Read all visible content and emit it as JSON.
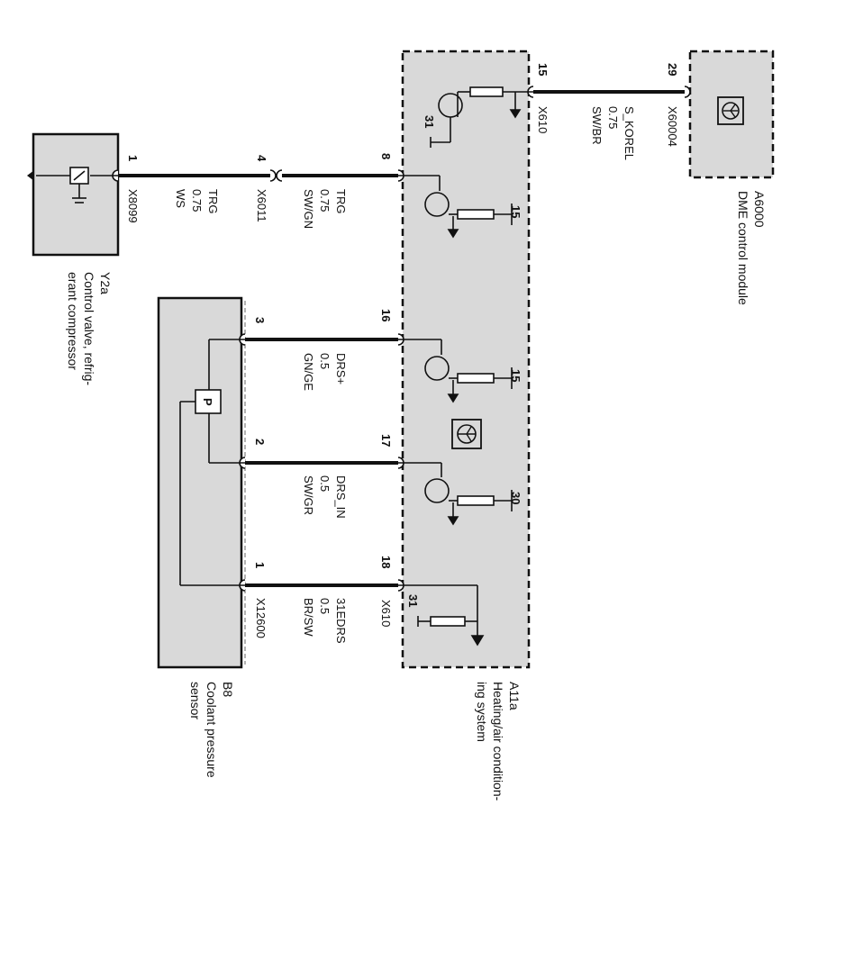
{
  "components": {
    "dme": {
      "id": "A6000",
      "name": "DME control module"
    },
    "hvac": {
      "id": "A11a",
      "name_line1": "Heating/air condition-",
      "name_line2": "ing system"
    },
    "valve": {
      "id": "Y2a",
      "name_line1": "Control valve, refrig-",
      "name_line2": "erant compressor"
    },
    "sensor": {
      "id": "B8",
      "name_line1": "Coolant pressure",
      "name_line2": "sensor"
    }
  },
  "connectors": {
    "x60004": "X60004",
    "x610_top": "X610",
    "x610_bottom": "X610",
    "x8099": "X8099",
    "x6011": "X6011",
    "x12600": "X12600"
  },
  "pins": {
    "dme_29": "29",
    "hvac_15": "15",
    "hvac_8": "8",
    "hvac_16": "16",
    "hvac_17": "17",
    "hvac_18": "18",
    "x6011_4": "4",
    "valve_1": "1",
    "sensor_3": "3",
    "sensor_2": "2",
    "sensor_1": "1"
  },
  "wires": {
    "korel": {
      "signal": "S_KOREL",
      "size": "0.75",
      "color": "SW/BR"
    },
    "trg_a": {
      "signal": "TRG",
      "size": "0.75",
      "color": "SW/GN"
    },
    "trg_b": {
      "signal": "TRG",
      "size": "0.75",
      "color": "WS"
    },
    "drs_plus": {
      "signal": "DRS+",
      "size": "0.5",
      "color": "GN/GE"
    },
    "drs_in": {
      "signal": "DRS_IN",
      "size": "0.5",
      "color": "SW/GR"
    },
    "edrs": {
      "signal": "31EDRS",
      "size": "0.5",
      "color": "BR/SW"
    }
  },
  "internal": {
    "term_31_top": "31",
    "term_15_a": "15",
    "term_15_b": "15",
    "term_30": "30",
    "term_31_bottom": "31",
    "sensor_symbol": "P"
  }
}
